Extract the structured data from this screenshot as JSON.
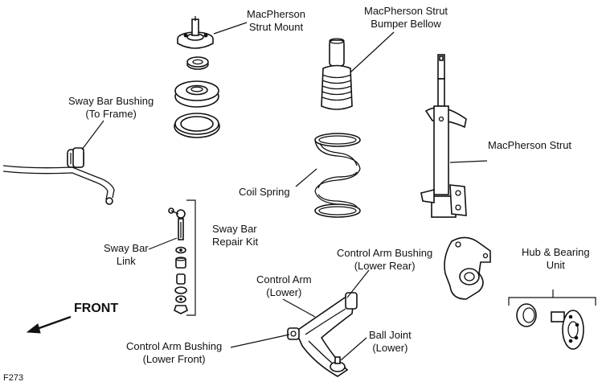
{
  "labels": {
    "strut_mount": [
      "MacPherson",
      "Strut Mount"
    ],
    "bumper_bellow": [
      "MacPherson Strut",
      "Bumper Bellow"
    ],
    "sway_bar_bushing": [
      "Sway Bar Bushing",
      "(To Frame)"
    ],
    "macpherson_strut": [
      "MacPherson Strut"
    ],
    "coil_spring": [
      "Coil Spring"
    ],
    "sway_bar_repair_kit": [
      "Sway Bar",
      "Repair Kit"
    ],
    "sway_bar_link": [
      "Sway Bar",
      "Link"
    ],
    "control_arm_bushing_rear": [
      "Control Arm Bushing",
      "(Lower Rear)"
    ],
    "hub_bearing_unit": [
      "Hub & Bearing",
      "Unit"
    ],
    "control_arm": [
      "Control Arm",
      "(Lower)"
    ],
    "control_arm_bushing_front": [
      "Control Arm Bushing",
      "(Lower Front)"
    ],
    "ball_joint": [
      "Ball Joint",
      "(Lower)"
    ]
  },
  "front_label": "FRONT",
  "figure_id": "F273",
  "icons": {
    "front_arrow": "arrow-down-left-icon"
  }
}
